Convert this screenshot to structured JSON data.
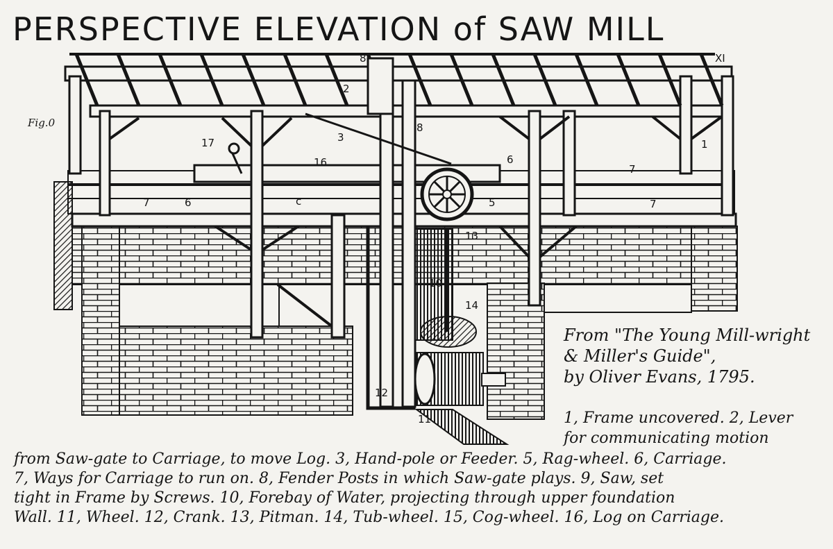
{
  "title": "PERSPECTIVE ELEVATION of SAW MILL",
  "fig_label": "Fig.0",
  "plate_number": "XI",
  "source_lines": [
    "From \"The Young Mill-wright",
    "& Miller's Guide\",",
    "by Oliver Evans, 1795."
  ],
  "legend_right_lines": [
    "1, Frame uncovered. 2, Lever",
    "for communicating motion"
  ],
  "legend_bottom_lines": [
    "from Saw-gate to Carriage, to move Log. 3, Hand-pole or Feeder. 5, Rag-wheel. 6, Carriage.",
    "7, Ways for Carriage to run on. 8, Fender Posts in which Saw-gate plays. 9, Saw, set",
    "tight in Frame by Screws. 10, Forebay of Water, projecting through upper foundation",
    "Wall. 11, Wheel. 12, Crank. 13, Pitman. 14, Tub-wheel. 15, Cog-wheel. 16, Log on Carriage."
  ],
  "callouts": {
    "c1": "1",
    "c2": "2",
    "c3": "3",
    "c5": "5",
    "c6a": "6",
    "c6b": "6",
    "c7a": "7",
    "c7b": "7",
    "c7c": "7",
    "c8a": "8",
    "c8b": "8",
    "c10": "10",
    "c11": "11",
    "c12": "12",
    "c13": "13",
    "c14": "14",
    "c16": "16",
    "c17": "17",
    "cc": "c"
  },
  "colors": {
    "ink": "#151515",
    "paper": "#f4f3ef"
  }
}
